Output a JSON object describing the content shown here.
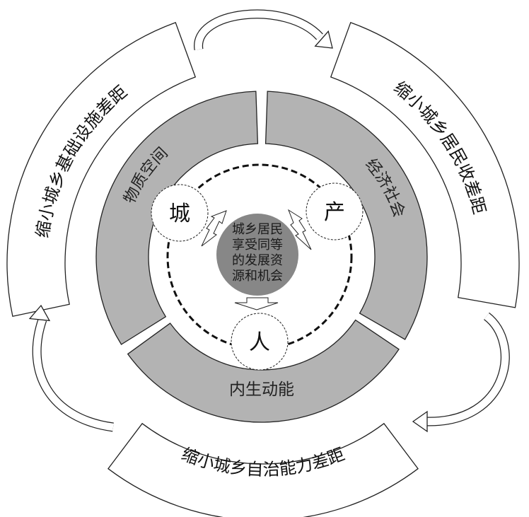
{
  "outer_ring": {
    "left": "缩小城乡基础设施差距",
    "right": "缩小城乡居民收差距",
    "bottom": "缩小城乡自治能力差距"
  },
  "inner_ring": {
    "left": "物质空间",
    "right": "经济社会",
    "bottom": "内生动能"
  },
  "nodes": {
    "city": "城",
    "industry": "产",
    "people": "人"
  },
  "core": {
    "lines": [
      "城乡居民",
      "享受同等",
      "的发展资",
      "源和机会"
    ]
  },
  "colors": {
    "ring_grey": "#b3b3b3",
    "core_grey": "#878787",
    "stroke": "#222222"
  }
}
